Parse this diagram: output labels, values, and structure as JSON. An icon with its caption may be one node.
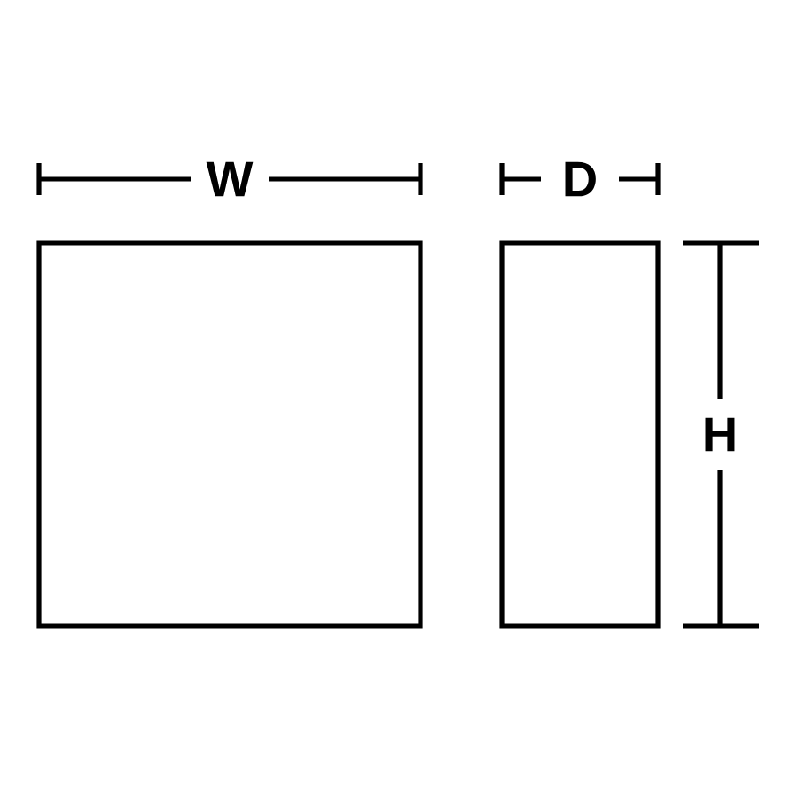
{
  "diagram": {
    "nodes": [
      {
        "text": [],
        "shape": "box"
      },
      {
        "text": [],
        "shape": "box"
      }
    ],
    "labels": [
      "W",
      "D",
      "H"
    ]
  }
}
